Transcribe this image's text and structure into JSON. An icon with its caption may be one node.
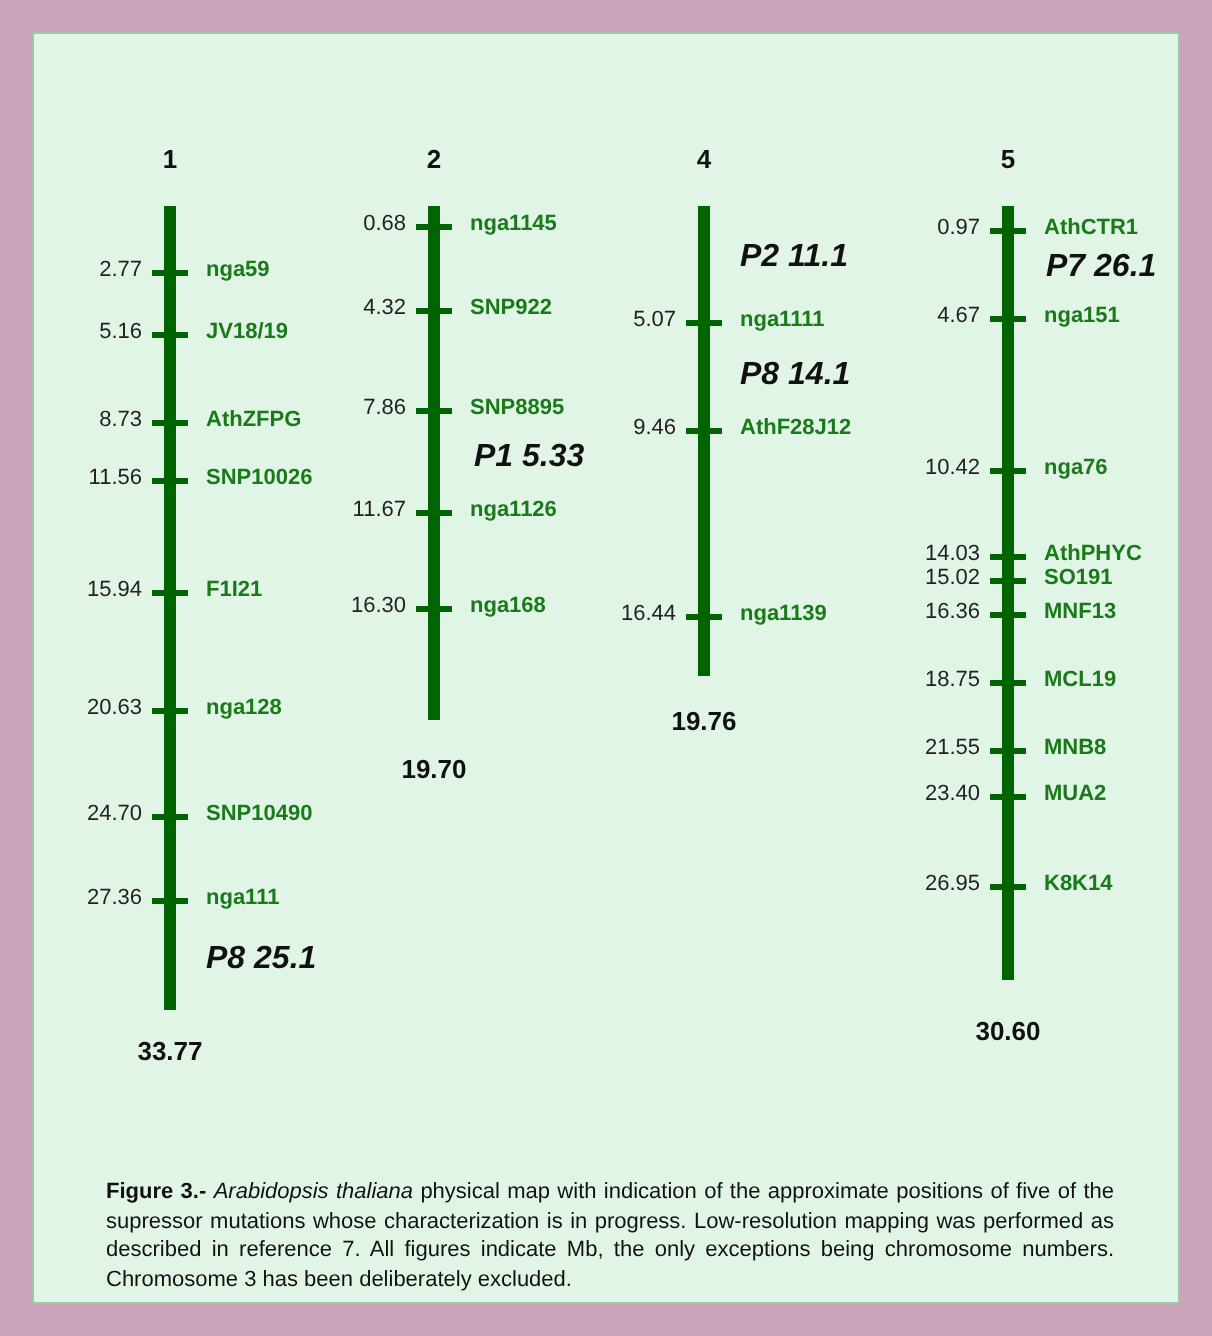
{
  "diagram": {
    "caption": "**Figure 3.-** *Arabidopsis thaliana* physical map with indication of the approximate positions of five of the supressor mutations whose characterization is in progress. Low-resolution mapping was performed as described in reference 7. All figures indicate Mb, the only exceptions being chromosome numbers. Chromosome 3 has been deliberately excluded.",
    "nodes": [
      {
        "text": [
          "1"
        ],
        "beside": [
          "33.77"
        ]
      },
      {
        "text": [
          "2"
        ],
        "beside": [
          "19.70"
        ]
      },
      {
        "text": [
          "4"
        ],
        "beside": [
          "19.76"
        ]
      },
      {
        "text": [
          "5"
        ],
        "beside": [
          "30.60"
        ]
      }
    ],
    "labels": [
      "2.77",
      "nga59",
      "5.16",
      "JV18/19",
      "8.73",
      "AthZFPG",
      "11.56",
      "SNP10026",
      "15.94",
      "F1I21",
      "20.63",
      "nga128",
      "24.70",
      "SNP10490",
      "27.36",
      "nga111",
      "P8 25.1",
      "0.68",
      "nga1145",
      "4.32",
      "SNP922",
      "7.86",
      "SNP8895",
      "P1 5.33",
      "11.67",
      "nga1126",
      "16.30",
      "nga168",
      "P2 11.1",
      "5.07",
      "nga1111",
      "P8 14.1",
      "9.46",
      "AthF28J12",
      "16.44",
      "nga1139",
      "0.97",
      "AthCTR1",
      "P7 26.1",
      "4.67",
      "nga151",
      "10.42",
      "nga76",
      "14.03",
      "AthPHYC",
      "15.02",
      "SO191",
      "16.36",
      "MNF13",
      "18.75",
      "MCL19",
      "21.55",
      "MNB8",
      "23.40",
      "MUA2",
      "26.95",
      "K8K14"
    ]
  }
}
